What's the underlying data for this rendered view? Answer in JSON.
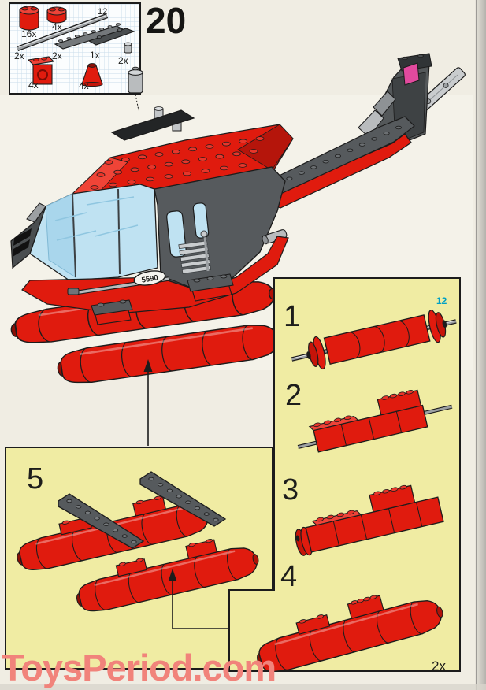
{
  "page": {
    "step_number": "20",
    "watermark": "ToysPeriod.com"
  },
  "model": {
    "sticker_number": "5590",
    "subject": "helicopter-with-pontoon-floats"
  },
  "parts_box": {
    "parts": [
      {
        "name": "red-round-brick-2x2",
        "count": "16x"
      },
      {
        "name": "red-round-plate-2x2",
        "count": "4x"
      },
      {
        "name": "gray-axle-rod",
        "count": "2x",
        "length_label": "12"
      },
      {
        "name": "gray-plate-1x8",
        "count": "2x"
      },
      {
        "name": "dark-plate-rounded-end",
        "count": "1x"
      },
      {
        "name": "gray-engine-piston",
        "count": "2x"
      },
      {
        "name": "red-bracket-with-vent",
        "count": "4x"
      },
      {
        "name": "red-cone-2x2",
        "count": "4x"
      }
    ]
  },
  "substeps": {
    "steps": [
      {
        "number": "1",
        "axle_length_label": "12"
      },
      {
        "number": "2"
      },
      {
        "number": "3"
      },
      {
        "number": "4"
      }
    ],
    "build_quantity": "2x"
  },
  "assembly_panel": {
    "number": "5"
  },
  "colors": {
    "lego_red": "#e01b0e",
    "dark_gray": "#565a5d",
    "light_gray": "#b9bcbe",
    "canopy_blue": "#bfe2f2",
    "panel_yellow": "#f0eca3",
    "magenta_patch": "#e24a9e",
    "length_label_cyan": "#00a0c4",
    "watermark_salmon": "#f1837b",
    "paper": "#f0ede3"
  }
}
